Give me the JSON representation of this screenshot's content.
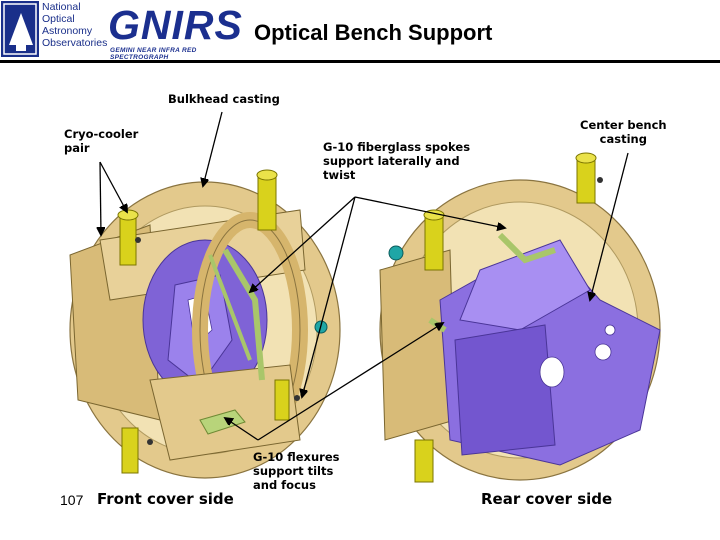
{
  "header": {
    "logo_lines": [
      "National",
      "Optical",
      "Astronomy",
      "Observatories"
    ],
    "gnirs_logo": "GNIRS",
    "gnirs_subtitle": "GEMINI NEAR INFRA RED SPECTROGRAPH",
    "title": "Optical Bench Support"
  },
  "callouts": {
    "bulkhead": "Bulkhead casting",
    "cryo_cooler": "Cryo-cooler\npair",
    "g10_spokes": "G-10 fiberglass spokes\nsupport laterally and\ntwist",
    "center_bench": "Center bench\ncasting",
    "g10_flexures": "G-10 flexures\nsupport tilts\nand focus"
  },
  "captions": {
    "front": "Front cover side",
    "rear": "Rear cover side"
  },
  "page_number": "107",
  "colors": {
    "brand_blue": "#1b2f8f",
    "casting_tan": "#e3c98c",
    "bench_purple": "#8b6fe0",
    "spoke_green": "#a9c66a",
    "cooler_yellow": "#d9d21c",
    "teal": "#1fa6a6"
  }
}
